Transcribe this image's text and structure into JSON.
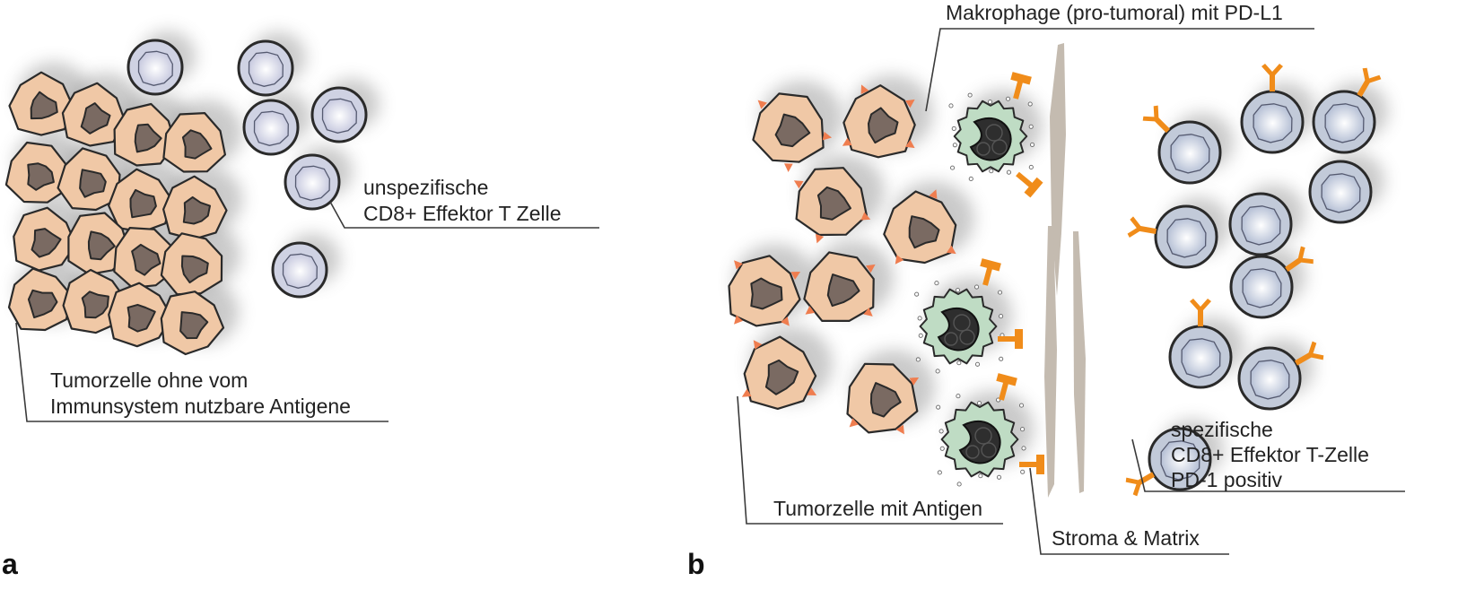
{
  "panel_a": {
    "letter": "a",
    "label_tumor": [
      "Tumorzelle ohne vom",
      "Immunsystem nutzbare Antigene"
    ],
    "label_tcell": [
      "unspezifische",
      "CD8+ Effektor T Zelle"
    ]
  },
  "panel_b": {
    "letter": "b",
    "label_macrophage": "Makrophage (pro-tumoral) mit PD-L1",
    "label_tumor": "Tumorzelle mit Antigen",
    "label_stroma": "Stroma & Matrix",
    "label_tcell": [
      "spezifische",
      "CD8+ Effektor T-Zelle",
      "PD-1 positiv"
    ]
  },
  "colors": {
    "tumor_fill": "#f0c8a6",
    "tumor_nucleus": "#7a6a62",
    "tcell_fill": "#cfd2e3",
    "tcell_specific_fill": "#c2cad9",
    "macrophage_fill": "#bfdcc4",
    "macrophage_nucleus": "#2e2e2e",
    "antigen": "#ef7d4f",
    "receptor": "#f08c1a",
    "stroma": "#c4bbb0",
    "outline": "#2a2a2a"
  }
}
